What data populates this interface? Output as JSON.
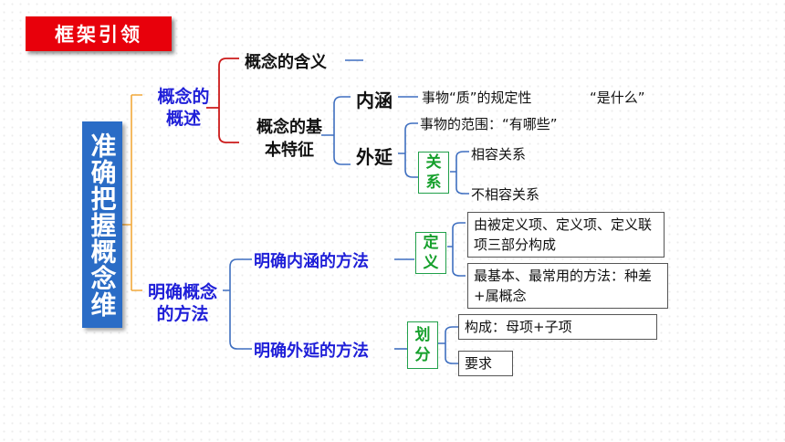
{
  "header": {
    "title": "框架引领"
  },
  "root": {
    "label": "准确把握概念维"
  },
  "level1": {
    "overview": "概念的\n概述",
    "clarify": "明确概念\n的方法"
  },
  "overview": {
    "meaning": "概念的含义",
    "features": "概念的基\n本特征",
    "intension": "内涵",
    "extension": "外延",
    "intension_desc": "事物“质”的规定性",
    "intension_q": "“是什么”",
    "extension_desc": "事物的范围：“有哪些”",
    "relation_box": "关\n系",
    "compatible": "相容关系",
    "incompatible": "不相容关系"
  },
  "methods": {
    "intension_method": "明确内涵的方法",
    "extension_method": "明确外延的方法",
    "define_box": "定\n义",
    "define_item1": "由被定义项、定义项、定义联项三部分构成",
    "define_item2": "最基本、最常用的方法：种差+属概念",
    "divide_box": "划\n分",
    "divide_item1": "构成：母项+子项",
    "divide_item2": "要求"
  }
}
